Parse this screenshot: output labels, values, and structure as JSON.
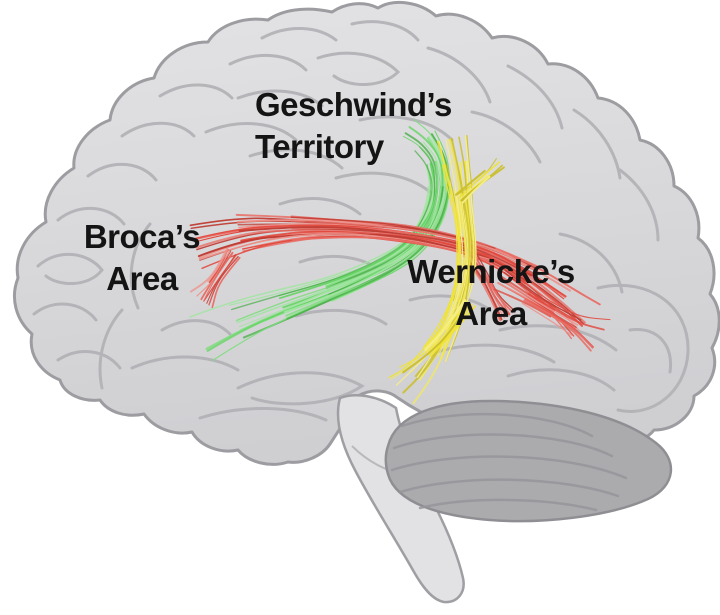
{
  "figure": {
    "labels": {
      "geschwind": {
        "line1": "Geschwind’s",
        "line2": "Territory"
      },
      "broca": {
        "line1": "Broca’s",
        "line2": "Area"
      },
      "wernicke": {
        "line1": "Wernicke’s",
        "line2": "Area"
      }
    },
    "tract_colors": {
      "long_segment_red": "#e2493e",
      "anterior_segment_green": "#61d45f",
      "posterior_segment_yellow": "#f0e335"
    },
    "brain_colors": {
      "cerebrum_fill_top": "#e2e2e4",
      "cerebrum_fill_bottom": "#cfcfd2",
      "outline": "#9d9da1",
      "gyri_line": "#b1b1b5",
      "cerebellum_fill": "#ababae",
      "cerebellum_line": "#95959a",
      "brainstem_fill": "#e2e2e4",
      "background": "#ffffff"
    }
  }
}
